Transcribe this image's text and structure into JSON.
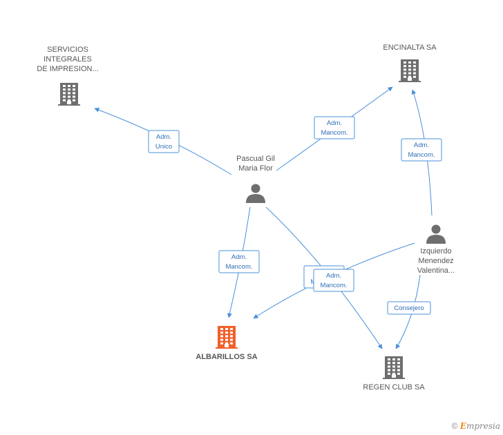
{
  "nodes": {
    "servicios": {
      "lines": [
        "SERVICIOS",
        "INTEGRALES",
        "DE IMPRESION..."
      ],
      "type": "company"
    },
    "encinalta": {
      "lines": [
        "ENCINALTA SA"
      ],
      "type": "company"
    },
    "pascual": {
      "lines": [
        "Pascual Gil",
        "Maria Flor"
      ],
      "type": "person"
    },
    "izquierdo": {
      "lines": [
        "Izquierdo",
        "Menendez",
        "Valentina..."
      ],
      "type": "person"
    },
    "albarillos": {
      "lines": [
        "ALBARILLOS SA"
      ],
      "type": "company",
      "highlight": true
    },
    "regen": {
      "lines": [
        "REGEN CLUB SA"
      ],
      "type": "company"
    }
  },
  "edges": [
    {
      "from": "pascual",
      "to": "servicios",
      "label": [
        "Adm.",
        "Unico"
      ]
    },
    {
      "from": "pascual",
      "to": "encinalta",
      "label": [
        "Adm.",
        "Mancom."
      ]
    },
    {
      "from": "izquierdo",
      "to": "encinalta",
      "label": [
        "Adm.",
        "Mancom."
      ]
    },
    {
      "from": "pascual",
      "to": "albarillos",
      "label": [
        "Adm.",
        "Mancom."
      ]
    },
    {
      "from": "izquierdo",
      "to": "albarillos",
      "label": [
        "Adm.",
        "Mancom."
      ]
    },
    {
      "from": "pascual",
      "to": "regen",
      "label": [
        "Adm.",
        "Mancom."
      ]
    },
    {
      "from": "izquierdo",
      "to": "regen",
      "label": [
        "Consejero"
      ]
    }
  ],
  "colors": {
    "edge": "#4a90d9",
    "company": "#6e6e6e",
    "highlight": "#f2602a",
    "person": "#6e6e6e"
  },
  "footer": {
    "copyright": "©",
    "brand_initial": "E",
    "brand_rest": "mpresia"
  }
}
